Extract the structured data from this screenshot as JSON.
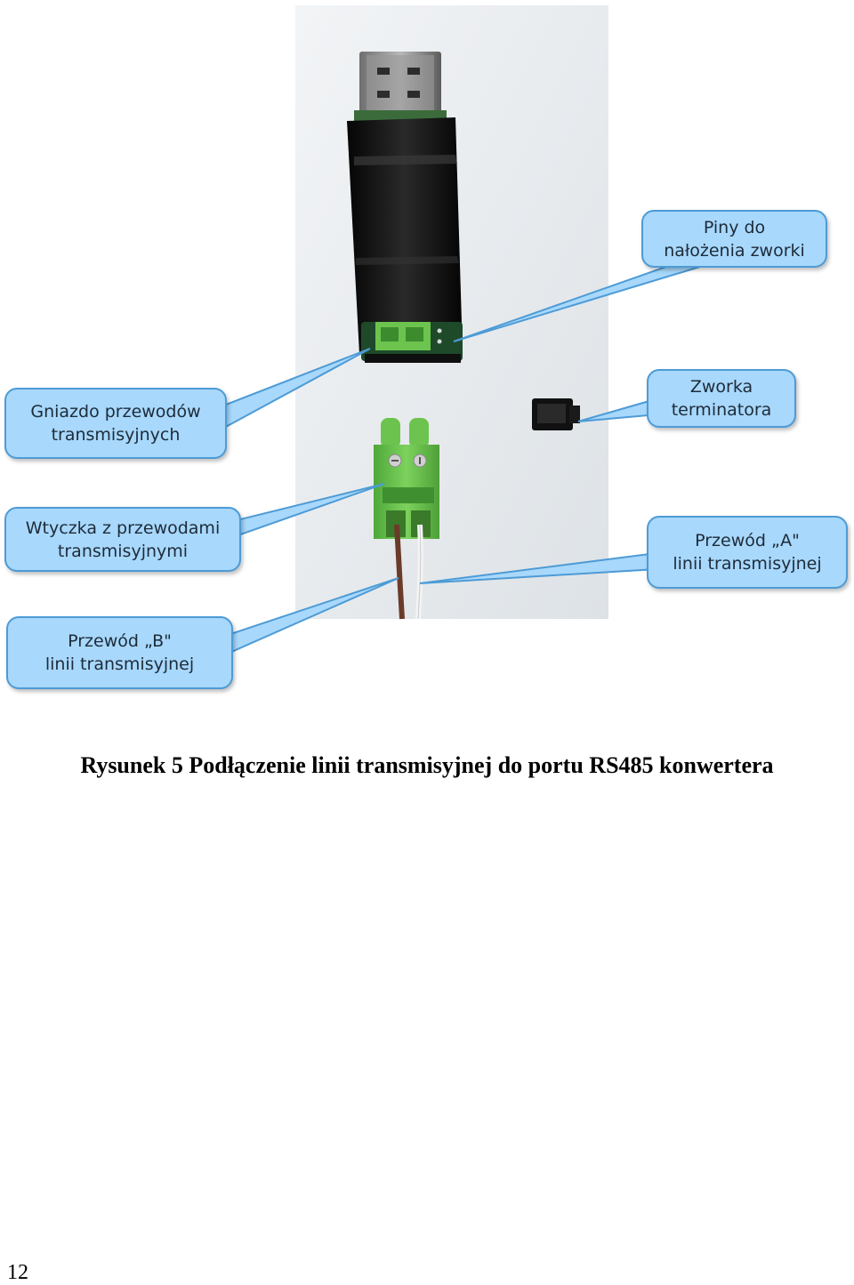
{
  "figure": {
    "callouts": {
      "piny": {
        "line1": "Piny do",
        "line2": "nałożenia zworki"
      },
      "zworka": {
        "line1": "Zworka",
        "line2": "terminatora"
      },
      "gniazdo": {
        "line1": "Gniazdo przewodów",
        "line2": "transmisyjnych"
      },
      "wtyczka": {
        "line1": "Wtyczka z przewodami",
        "line2": "transmisyjnymi"
      },
      "przewod_a": {
        "line1": "Przewód „A\"",
        "line2": "linii transmisyjnej"
      },
      "przewod_b": {
        "line1": "Przewód „B\"",
        "line2": "linii transmisyjnej"
      }
    },
    "colors": {
      "callout_fill": "#a8d8fb",
      "callout_border": "#4d9bd6",
      "device_body": "#111111",
      "connector_green": "#6cc44e",
      "photo_background": "#e9edf0"
    }
  },
  "caption": "Rysunek 5 Podłączenie linii transmisyjnej do portu RS485 konwertera",
  "page_number": "12"
}
